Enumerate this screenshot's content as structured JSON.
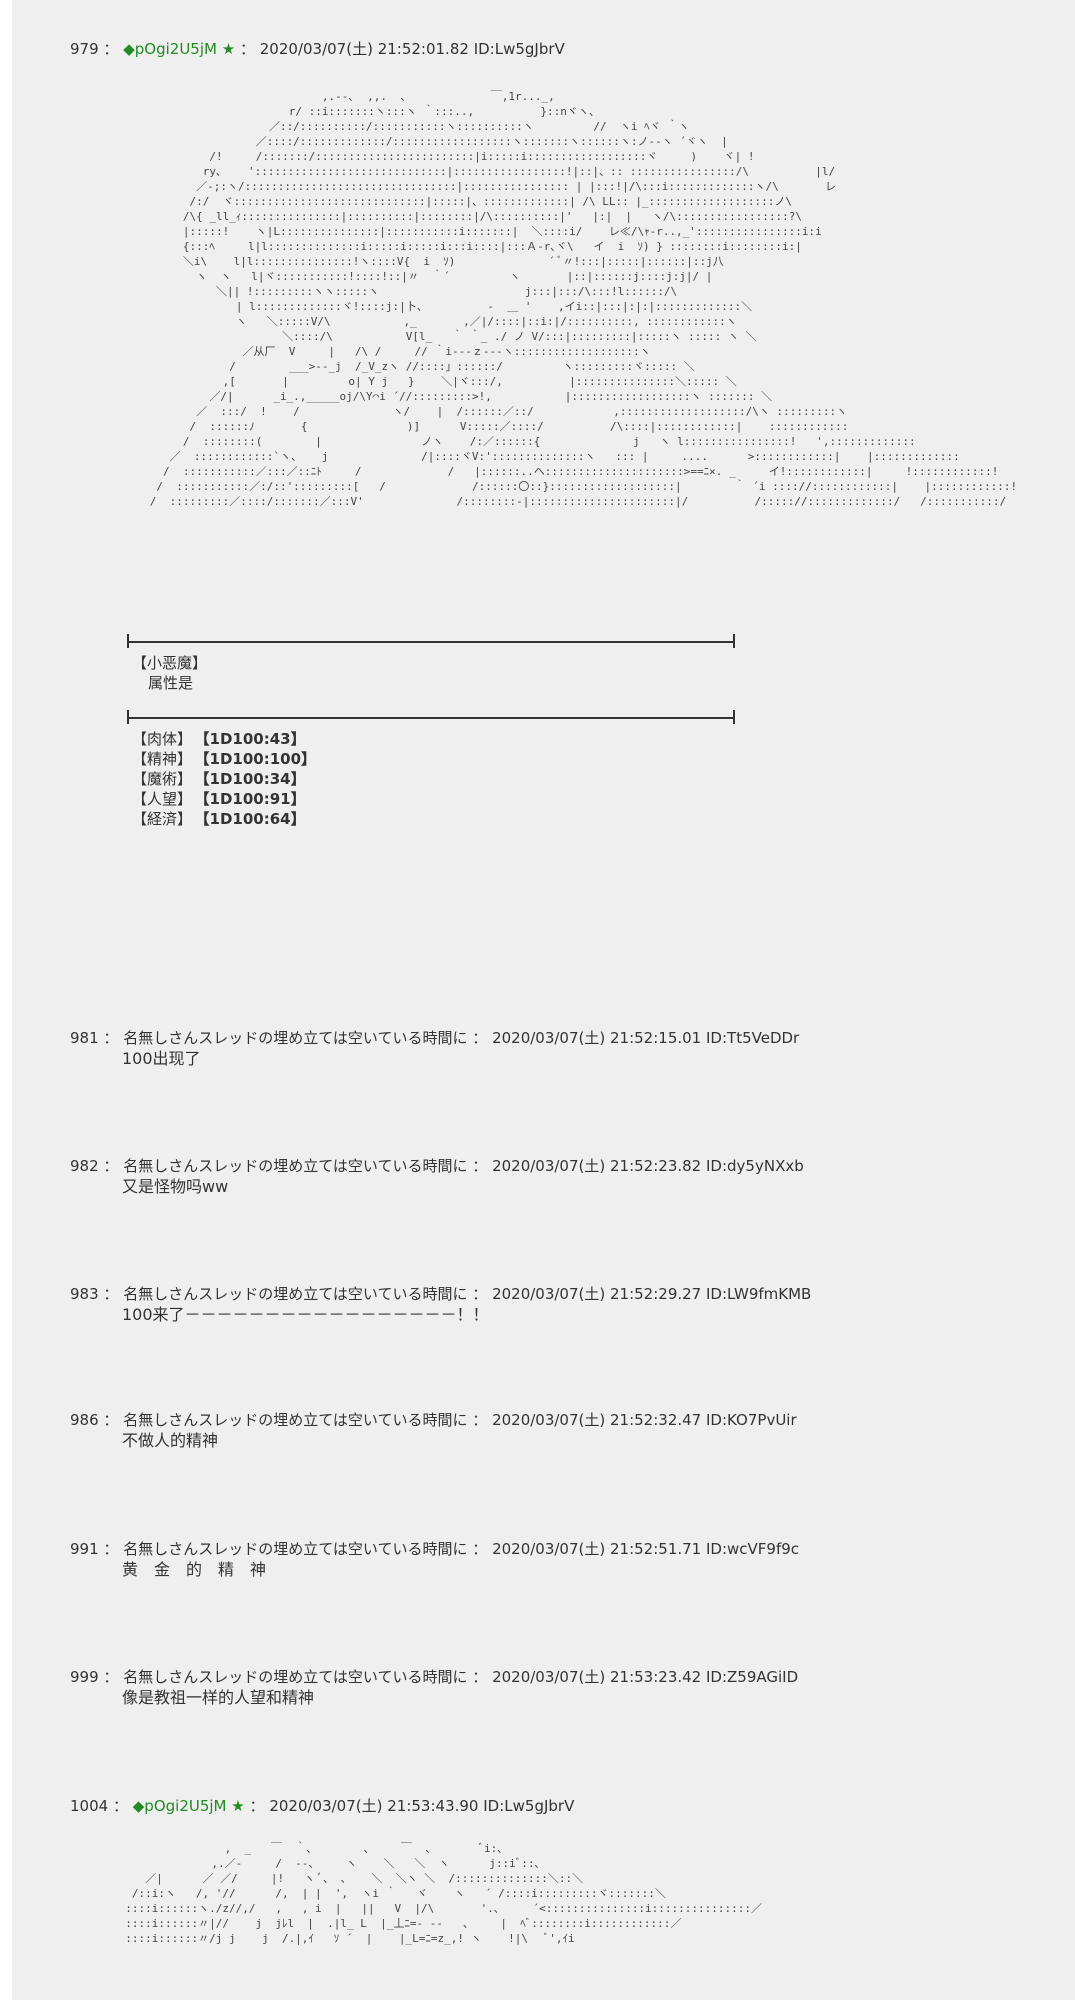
{
  "posts": [
    {
      "num": "979",
      "name": "◆pOgi2U5jM",
      "star": "★",
      "datetime": "2020/03/07(土) 21:52:01.82",
      "id": "ID:Lw5gJbrV"
    },
    {
      "num": "981",
      "name": "名無しさんスレッドの埋め立ては空いている時間に",
      "datetime": "2020/03/07(土) 21:52:15.01",
      "id": "ID:Tt5VeDDr",
      "body": "100出现了"
    },
    {
      "num": "982",
      "name": "名無しさんスレッドの埋め立ては空いている時間に",
      "datetime": "2020/03/07(土) 21:52:23.82",
      "id": "ID:dy5yNXxb",
      "body": "又是怪物吗ww"
    },
    {
      "num": "983",
      "name": "名無しさんスレッドの埋め立ては空いている時間に",
      "datetime": "2020/03/07(土) 21:52:29.27",
      "id": "ID:LW9fmKMB",
      "body": "100来了－－－－－－－－－－－－－－－－－！！"
    },
    {
      "num": "986",
      "name": "名無しさんスレッドの埋め立ては空いている時間に",
      "datetime": "2020/03/07(土) 21:52:32.47",
      "id": "ID:KO7PvUir",
      "body": "不做人的精神"
    },
    {
      "num": "991",
      "name": "名無しさんスレッドの埋め立ては空いている時間に",
      "datetime": "2020/03/07(土) 21:52:51.71",
      "id": "ID:wcVF9f9c",
      "body": "黄　金　的　精　神"
    },
    {
      "num": "999",
      "name": "名無しさんスレッドの埋め立ては空いている時間に",
      "datetime": "2020/03/07(土) 21:53:23.42",
      "id": "ID:Z59AGiID",
      "body": "像是教祖一样的人望和精神"
    },
    {
      "num": "1004",
      "name": "◆pOgi2U5jM",
      "star": "★",
      "datetime": "2020/03/07(土) 21:53:43.90",
      "id": "ID:Lw5gJbrV"
    }
  ],
  "sep": "：",
  "card": {
    "tag": "【小恶魔】",
    "attr": "属性是",
    "stats": [
      {
        "label": "【肉体】",
        "value": "【1D100:43】"
      },
      {
        "label": "【精神】",
        "value": "【1D100:100】"
      },
      {
        "label": "【魔術】",
        "value": "【1D100:34】"
      },
      {
        "label": "【人望】",
        "value": "【1D100:91】"
      },
      {
        "label": "【経済】",
        "value": "【1D100:64】"
      }
    ]
  }
}
